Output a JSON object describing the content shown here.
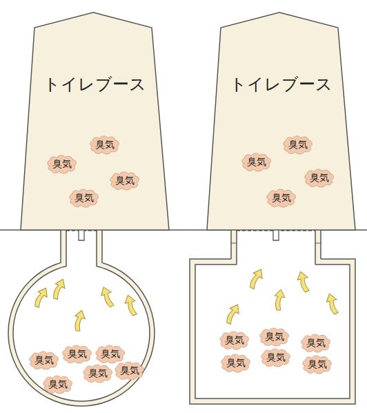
{
  "diagram": {
    "nodes": [
      {
        "text": [
          "トイレブース"
        ]
      },
      {
        "text": [
          "臭気"
        ],
        "in": 0
      },
      {
        "text": [
          "臭気"
        ],
        "in": 0
      },
      {
        "text": [
          "臭気"
        ],
        "in": 0
      },
      {
        "text": [
          "臭気"
        ],
        "in": 0
      },
      {
        "text": [
          "臭気"
        ]
      },
      {
        "text": [
          "臭気"
        ]
      },
      {
        "text": [
          "臭気"
        ]
      },
      {
        "text": [
          "臭気"
        ]
      },
      {
        "text": [
          "臭気"
        ]
      },
      {
        "text": [
          "臭気"
        ]
      },
      {
        "text": [
          "トイレブース"
        ]
      },
      {
        "text": [
          "臭気"
        ],
        "in": 11
      },
      {
        "text": [
          "臭気"
        ],
        "in": 11
      },
      {
        "text": [
          "臭気"
        ],
        "in": 11
      },
      {
        "text": [
          "臭気"
        ],
        "in": 11
      },
      {
        "text": [
          "臭気"
        ]
      },
      {
        "text": [
          "臭気"
        ]
      },
      {
        "text": [
          "臭気"
        ]
      },
      {
        "text": [
          "臭気"
        ]
      },
      {
        "text": [
          "臭気"
        ]
      },
      {
        "text": [
          "臭気"
        ]
      }
    ]
  }
}
